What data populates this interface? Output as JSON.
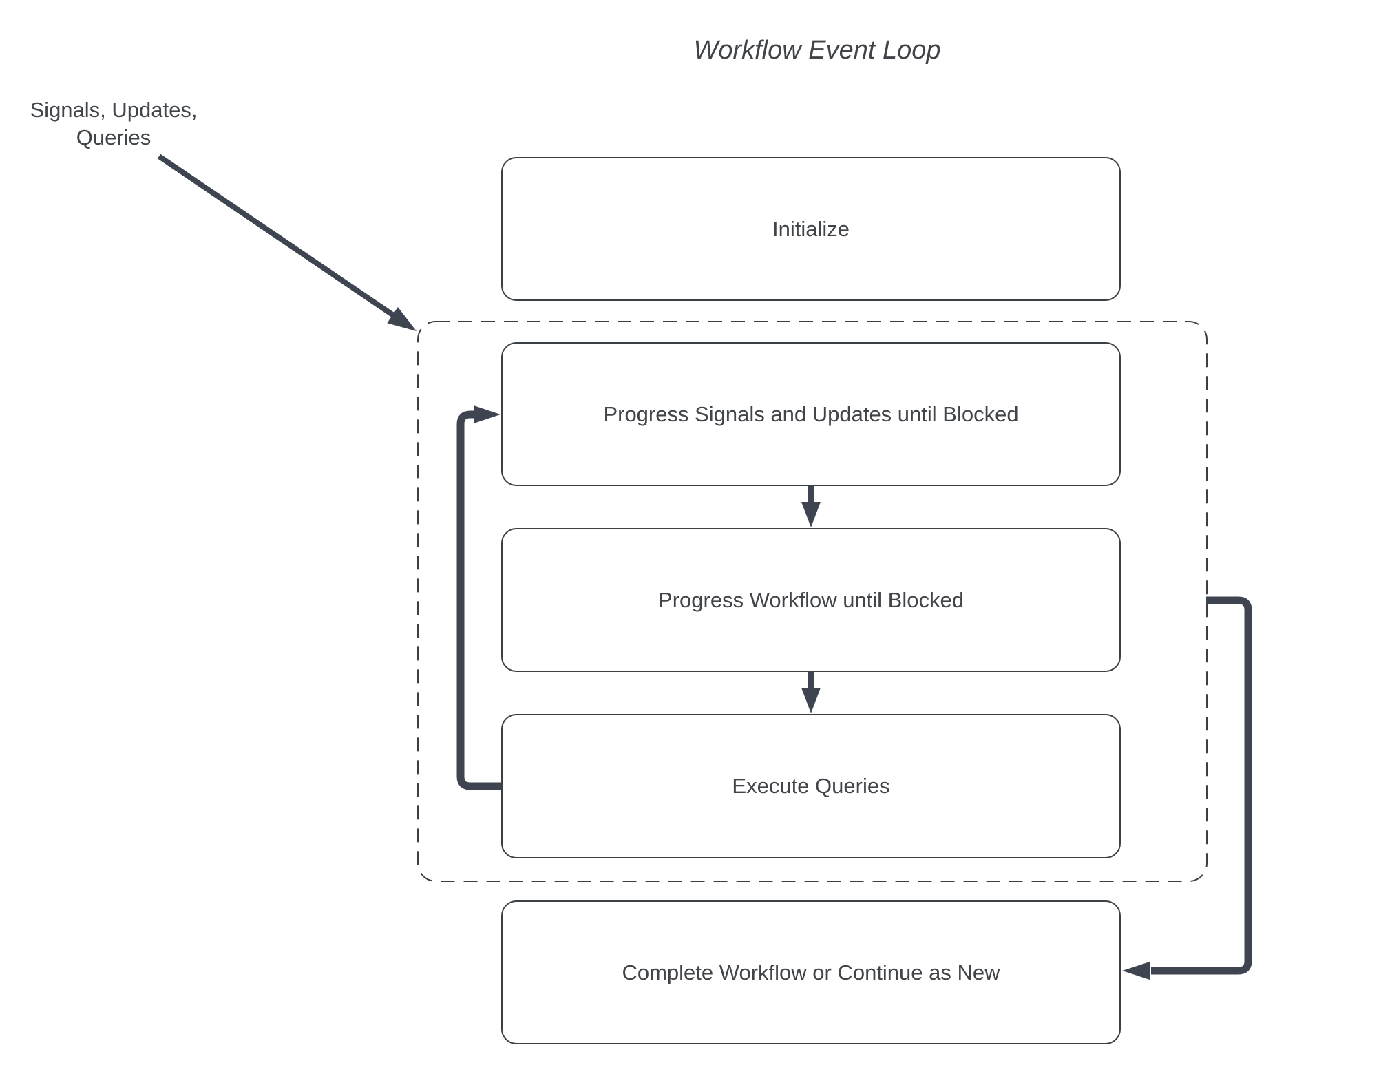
{
  "colors": {
    "background": "#ffffff",
    "arrow": "#3e4551",
    "node_border": "#3b4045",
    "node_fill": "#ffffff",
    "text": "#414549"
  },
  "diagram": {
    "title": "Workflow Event Loop",
    "external_input_label": "Signals, Updates,\nQueries",
    "group": {
      "id": "event-loop-group",
      "style": "dashed-rounded-rectangle",
      "contains": [
        "progress-signals-updates",
        "progress-workflow",
        "execute-queries"
      ]
    },
    "nodes": [
      {
        "id": "initialize",
        "label": "Initialize"
      },
      {
        "id": "progress-signals-updates",
        "label": "Progress Signals and Updates until Blocked"
      },
      {
        "id": "progress-workflow",
        "label": "Progress Workflow until Blocked"
      },
      {
        "id": "execute-queries",
        "label": "Execute Queries"
      },
      {
        "id": "complete-or-continue",
        "label": "Complete Workflow or Continue as New"
      }
    ],
    "edges": [
      {
        "from": "external-input-label",
        "to": "event-loop-group",
        "style": "thin-diagonal-arrow"
      },
      {
        "from": "progress-signals-updates",
        "to": "progress-workflow",
        "style": "short-down-arrow"
      },
      {
        "from": "progress-workflow",
        "to": "execute-queries",
        "style": "short-down-arrow"
      },
      {
        "from": "execute-queries",
        "to": "progress-signals-updates",
        "style": "thick-loopback-left"
      },
      {
        "from": "event-loop-group",
        "to": "complete-or-continue",
        "style": "thick-elbow-right"
      }
    ]
  }
}
